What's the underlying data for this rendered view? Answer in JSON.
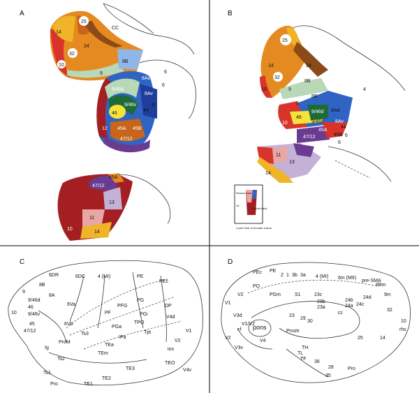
{
  "panels": {
    "A": {
      "letter": "A",
      "labels": [
        "25",
        "CC",
        "14",
        "24",
        "32",
        "10",
        "9",
        "8B",
        "8Ad",
        "8Av",
        "6",
        "44",
        "46",
        "45A",
        "45B",
        "12",
        "47/12",
        "11",
        "13",
        "14",
        "10",
        "6",
        "6",
        "9/46d",
        "9/46v",
        "45A",
        "47/12"
      ]
    },
    "B": {
      "letter": "B",
      "labels": [
        "25",
        "14",
        "24",
        "32",
        "10",
        "9",
        "8B",
        "8B",
        "8Ad",
        "4",
        "9",
        "46",
        "9/46d",
        "9/46v",
        "8Av",
        "44",
        "10",
        "45A",
        "45B",
        "6",
        "47/12",
        "11",
        "13",
        "14",
        "6"
      ],
      "inset": [
        "Rostral bank",
        "Caudal bank",
        "44",
        "Lower limb of Arcuate sulcus"
      ]
    },
    "C": {
      "letter": "C",
      "labels": [
        "6DR",
        "6DC",
        "4 (MI)",
        "PE",
        "PEc",
        "8B",
        "9",
        "9/46d",
        "46",
        "9/46v",
        "10",
        "45",
        "47/12",
        "8A",
        "6Va",
        "6Vb",
        "PF",
        "PFG",
        "PG",
        "DP",
        "V4d",
        "V1",
        "TPO",
        "Tpt",
        "PGa",
        "Ts3",
        "IPa",
        "TEa",
        "TEm",
        "Ts2",
        "Ts1",
        "Pro",
        "TE1",
        "TE2",
        "TE3",
        "TEO",
        "V4v",
        "ios",
        "ProM",
        "Ig",
        "PGi",
        "V2"
      ]
    },
    "D": {
      "letter": "D",
      "labels": [
        "PEc",
        "PE",
        "2",
        "1",
        "3b",
        "3a",
        "4 (MI)",
        "6m (MII)",
        "pre-SMA",
        "9m",
        "8Bm",
        "24d",
        "32",
        "24c",
        "V1",
        "V2",
        "PO",
        "PGm",
        "S1",
        "23c",
        "23b",
        "23a",
        "24a",
        "24b",
        "cc",
        "10",
        "pons",
        "V1/V2",
        "23",
        "29",
        "30",
        "TH",
        "TF",
        "TL",
        "Prostr",
        "V3v",
        "V4",
        "V3d",
        "V2",
        "cf",
        "25",
        "14",
        "Pro",
        "28",
        "35",
        "36",
        "rhs"
      ]
    }
  },
  "colors": {
    "dark_red": "#a31f22",
    "red": "#d8342c",
    "orange_dark": "#c8651a",
    "orange": "#e58a20",
    "yellow_orange": "#f0b428",
    "yellow": "#f5e33a",
    "light_green": "#b9d8b7",
    "green": "#3f9a48",
    "dark_green": "#1e6b3a",
    "light_blue": "#8fb6e6",
    "blue": "#2f64c5",
    "dark_blue": "#1f3e9a",
    "purple": "#6a3c91",
    "light_purple": "#c3b2d6",
    "brown": "#8b4a1a",
    "tan": "#e3b582",
    "pink": "#e8a7a4"
  }
}
